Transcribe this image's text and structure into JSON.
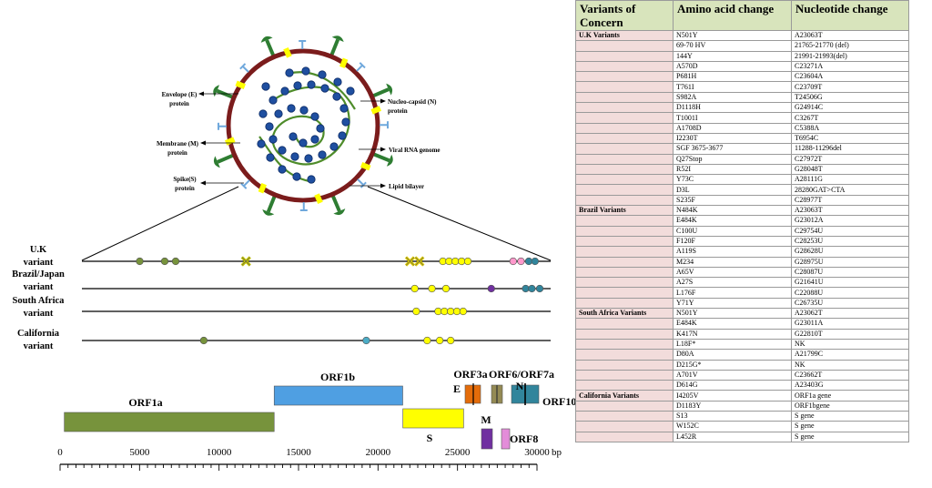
{
  "virion_labels": {
    "envelope": [
      "Envelope (E)",
      "protein"
    ],
    "membrane": [
      "Membrane (M)",
      "protein"
    ],
    "spike": [
      "Spike(S)",
      "protein"
    ],
    "nucleocapsid": [
      "Nucleo-capsid (N)",
      "protein"
    ],
    "rna": "Viral RNA genome",
    "lipid": "Lipid bilayer"
  },
  "variant_tracks": [
    {
      "label": [
        "U.K",
        "variant"
      ],
      "marks": [
        {
          "pos": 3700,
          "shape": "dot",
          "color": "#77933c"
        },
        {
          "pos": 5300,
          "shape": "dot",
          "color": "#77933c"
        },
        {
          "pos": 6000,
          "shape": "dot",
          "color": "#77933c"
        },
        {
          "pos": 10500,
          "shape": "x",
          "color": "#c9c900"
        },
        {
          "pos": 21000,
          "shape": "x",
          "color": "#e2d000"
        },
        {
          "pos": 21600,
          "shape": "x",
          "color": "#e2d000"
        },
        {
          "pos": 23100,
          "shape": "dot",
          "color": "#ffff00"
        },
        {
          "pos": 23500,
          "shape": "dot",
          "color": "#ffff00"
        },
        {
          "pos": 23900,
          "shape": "dot",
          "color": "#ffff00"
        },
        {
          "pos": 24300,
          "shape": "dot",
          "color": "#ffff00"
        },
        {
          "pos": 24700,
          "shape": "dot",
          "color": "#ffff00"
        },
        {
          "pos": 27600,
          "shape": "dot",
          "color": "#ff99cc"
        },
        {
          "pos": 28100,
          "shape": "dot",
          "color": "#ff99cc"
        },
        {
          "pos": 28600,
          "shape": "dot",
          "color": "#31859c"
        },
        {
          "pos": 29000,
          "shape": "dot",
          "color": "#31859c"
        }
      ]
    },
    {
      "label": [
        "Brazil/Japan",
        "variant"
      ],
      "marks": [
        {
          "pos": 21300,
          "shape": "dot",
          "color": "#ffff00"
        },
        {
          "pos": 22400,
          "shape": "dot",
          "color": "#ffff00"
        },
        {
          "pos": 23300,
          "shape": "dot",
          "color": "#ffff00"
        },
        {
          "pos": 26200,
          "shape": "dot",
          "color": "#7030a0"
        },
        {
          "pos": 28400,
          "shape": "dot",
          "color": "#31859c"
        },
        {
          "pos": 28800,
          "shape": "dot",
          "color": "#31859c"
        },
        {
          "pos": 29300,
          "shape": "dot",
          "color": "#31859c"
        }
      ]
    },
    {
      "label": [
        "South Africa",
        "variant"
      ],
      "marks": [
        {
          "pos": 21400,
          "shape": "dot",
          "color": "#ffff00"
        },
        {
          "pos": 22800,
          "shape": "dot",
          "color": "#ffff00"
        },
        {
          "pos": 23200,
          "shape": "dot",
          "color": "#ffff00"
        },
        {
          "pos": 23600,
          "shape": "dot",
          "color": "#ffff00"
        },
        {
          "pos": 24000,
          "shape": "dot",
          "color": "#ffff00"
        },
        {
          "pos": 24400,
          "shape": "dot",
          "color": "#ffff00"
        }
      ]
    },
    {
      "label": [
        "California",
        "variant"
      ],
      "marks": [
        {
          "pos": 7800,
          "shape": "dot",
          "color": "#77933c"
        },
        {
          "pos": 18200,
          "shape": "dot",
          "color": "#4bacc6"
        },
        {
          "pos": 22100,
          "shape": "dot",
          "color": "#ffff00"
        },
        {
          "pos": 22900,
          "shape": "dot",
          "color": "#ffff00"
        },
        {
          "pos": 23600,
          "shape": "dot",
          "color": "#ffff00"
        }
      ]
    }
  ],
  "genes": [
    {
      "name": "ORF1a",
      "start": 266,
      "end": 13468,
      "row": "low",
      "color": "#77933c",
      "label_pos": "above"
    },
    {
      "name": "ORF1b",
      "start": 13468,
      "end": 21555,
      "row": "high",
      "color": "#4f9fe2",
      "label_pos": "above"
    },
    {
      "name": "S",
      "start": 21563,
      "end": 25384,
      "row": "low",
      "color": "#ffff00",
      "label_pos": "below"
    },
    {
      "name": "ORF3a",
      "start": 25393,
      "end": 26220,
      "row": "mid",
      "color": "#e46c0a",
      "label_pos": "above"
    },
    {
      "name": "E",
      "start": 26245,
      "end": 26472,
      "row": "mid",
      "color": "#e46c0a",
      "label_pos": "left"
    },
    {
      "name": "M",
      "start": 26523,
      "end": 27191,
      "row": "lowsmall",
      "color": "#7030a0",
      "label_pos": "above"
    },
    {
      "name": "ORF6/ORF7a",
      "start": 27202,
      "end": 27759,
      "row": "mid",
      "color": "#948a54",
      "label_pos": "above"
    },
    {
      "name": "ORF8",
      "start": 27894,
      "end": 28259,
      "row": "lowsmall",
      "color": "#e38cd9",
      "label_pos": "right"
    },
    {
      "name": "N",
      "start": 28274,
      "end": 29533,
      "row": "mid",
      "color": "#31859c",
      "label_pos": "above"
    },
    {
      "name": "ORF10",
      "start": 29558,
      "end": 29674,
      "row": "mid",
      "color": "#31859c",
      "label_pos": "right"
    }
  ],
  "axis": {
    "ticks": [
      "0",
      "5000",
      "10000",
      "15000",
      "20000",
      "25000",
      "30000"
    ],
    "unit": "bp"
  },
  "table": {
    "headers": [
      "Variants of Concern",
      "Amino acid change",
      "Nucleotide change"
    ],
    "groups": [
      {
        "name": "U.K Variants",
        "rows": [
          [
            "N501Y",
            "A23063T"
          ],
          [
            "69-70 HV",
            "21765-21770 (del)"
          ],
          [
            "144Y",
            "21991-21993(del)"
          ],
          [
            "A570D",
            "C23271A"
          ],
          [
            "P681H",
            "C23604A"
          ],
          [
            "T761I",
            "C23709T"
          ],
          [
            "S982A",
            "T24506G"
          ],
          [
            "D1118H",
            "G24914C"
          ],
          [
            "T1001I",
            "C3267T"
          ],
          [
            "A1708D",
            "C5388A"
          ],
          [
            "I2230T",
            "T6954C"
          ],
          [
            "SGF 3675-3677",
            "11288-11296del"
          ],
          [
            "Q27Stop",
            "C27972T"
          ],
          [
            "R52I",
            "G28048T"
          ],
          [
            "Y73C",
            "A28111G"
          ],
          [
            "D3L",
            "28280GAT>CTA"
          ],
          [
            "S235F",
            "C28977T"
          ]
        ]
      },
      {
        "name": "Brazil Variants",
        "rows": [
          [
            "N484K",
            "A23063T"
          ],
          [
            "E484K",
            "G23012A"
          ],
          [
            "C100U",
            "C29754U"
          ],
          [
            "F120F",
            "C28253U"
          ],
          [
            "A119S",
            "G28628U"
          ],
          [
            "M234",
            "G28975U"
          ],
          [
            "A65V",
            "C28087U"
          ],
          [
            "A27S",
            "G21641U"
          ],
          [
            "L176F",
            "C22088U"
          ],
          [
            "Y71Y",
            "C26735U"
          ]
        ]
      },
      {
        "name": "South Africa Variants",
        "rows": [
          [
            "N501Y",
            "A23062T"
          ],
          [
            "E484K",
            "G23011A"
          ],
          [
            "K417N",
            "G22810T"
          ],
          [
            "L18F*",
            "NK"
          ],
          [
            "D80A",
            "A21799C"
          ],
          [
            "D215G*",
            "NK"
          ],
          [
            "A701V",
            "C23662T"
          ],
          [
            "D614G",
            "A23403G"
          ]
        ]
      },
      {
        "name": "California Variants",
        "rows": [
          [
            "I4205V",
            "ORF1a gene"
          ],
          [
            "D1183Y",
            "ORF1bgene"
          ],
          [
            "S13",
            "S gene"
          ],
          [
            "W152C",
            "S gene"
          ],
          [
            "L452R",
            "S gene"
          ]
        ]
      }
    ]
  }
}
